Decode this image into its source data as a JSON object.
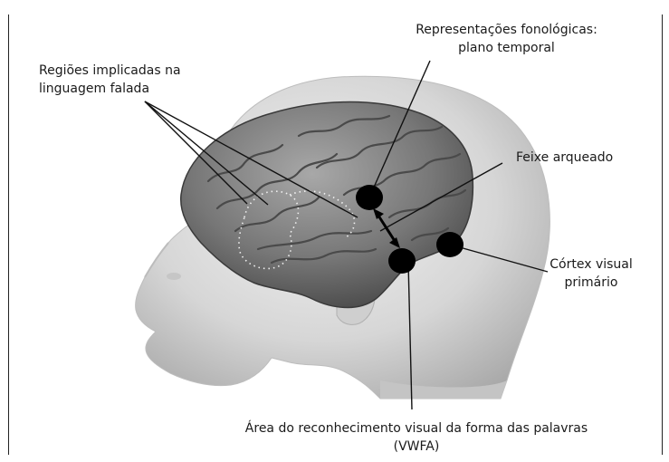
{
  "labels": {
    "spoken_language": [
      "Regiões implicadas na",
      "linguagem falada"
    ],
    "phonological": [
      "Representações fonológicas:",
      "plano temporal"
    ],
    "arcuate": "Feixe arqueado",
    "visual_cortex": [
      "Córtex visual",
      "primário"
    ],
    "vwfa": [
      "Área do reconhecimento visual da forma das palavras",
      "(VWFA)"
    ]
  },
  "icons": {
    "head": "head-silhouette-icon",
    "brain": "brain-icon",
    "marker": "region-marker-icon",
    "arrow": "double-arrow-icon"
  },
  "colors": {
    "head": "#d9d9d9",
    "brain": "#6d6d6d",
    "marker": "#000000",
    "line": "#111111",
    "text": "#1a1a1a"
  }
}
